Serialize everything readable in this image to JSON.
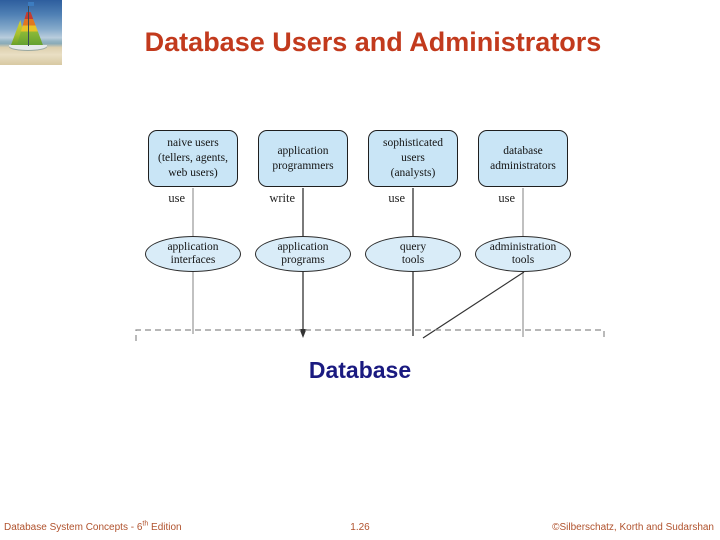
{
  "slide": {
    "title": "Database Users and Administrators",
    "logo_icon": "sailboat-beach-photo"
  },
  "diagram": {
    "actors": [
      {
        "box": "naive users\n(tellers, agents,\nweb users)",
        "verb": "use",
        "tool": "application\ninterfaces"
      },
      {
        "box": "application\nprogrammers",
        "verb": "write",
        "tool": "application\nprograms"
      },
      {
        "box": "sophisticated\nusers\n(analysts)",
        "verb": "use",
        "tool": "query\ntools"
      },
      {
        "box": "database\nadministrators",
        "verb": "use",
        "tool": "administration\ntools"
      }
    ],
    "database_label": "Database"
  },
  "footer": {
    "book": "Database System Concepts - 6",
    "book_sup": "th",
    "book_rest": " Edition",
    "page": "1.26",
    "copyright": "©Silberschatz, Korth and Sudarshan"
  },
  "colors": {
    "title_red": "#c23a1d",
    "box_fill": "#c9e5f6",
    "ellipse_fill": "#d9ecf8",
    "database_navy": "#1a1a80",
    "footer_brown": "#b0522d",
    "line_black": "#333333",
    "line_gray": "#a6a6a6"
  }
}
